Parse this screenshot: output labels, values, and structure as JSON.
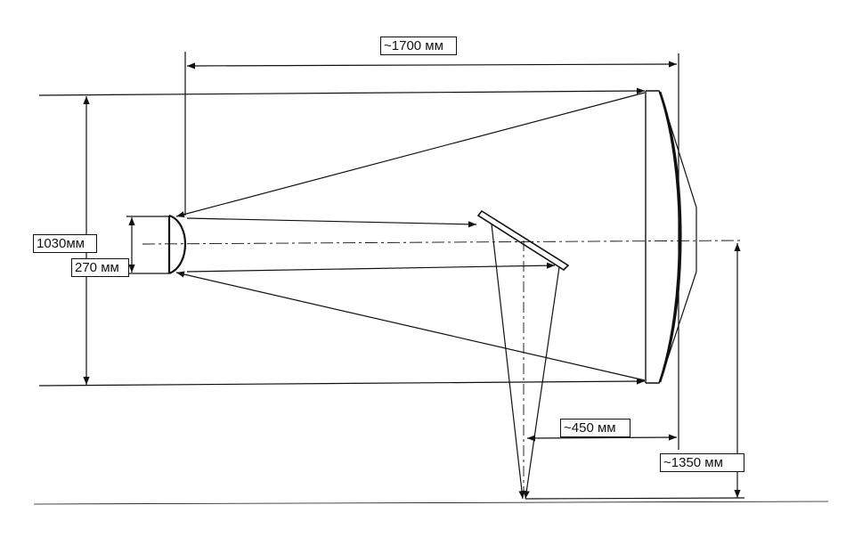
{
  "labels": {
    "top_length": "~1700 мм",
    "aperture": "1030мм",
    "secondary": "270 мм",
    "mirror_offset": "~450 мм",
    "height": "~1350 мм"
  },
  "colors": {
    "line": "#111111",
    "background": "#ffffff"
  }
}
